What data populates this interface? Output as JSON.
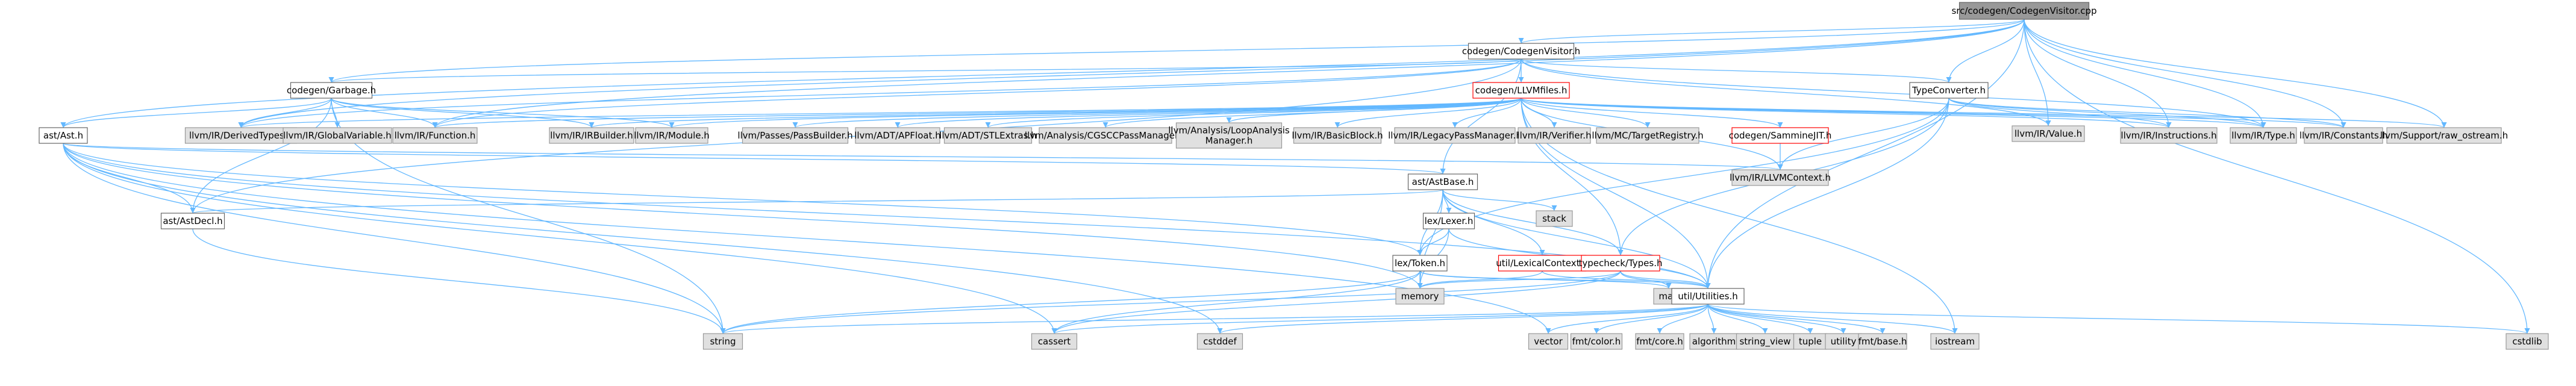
{
  "colors": {
    "edge": "#63b8ff",
    "root_fill": "#999999",
    "root_border": "#666666",
    "node_fill": "#ffffff",
    "node_border": "#666666",
    "external_fill": "#e0e0e0",
    "external_border": "#999999",
    "truncated_border": "#ff0000"
  },
  "nodes": [
    {
      "id": "root",
      "label": "src/codegen/CodegenVisitor.cpp",
      "kind": "root"
    },
    {
      "id": "cvh",
      "label": "codegen/CodegenVisitor.h",
      "kind": "internal"
    },
    {
      "id": "garbage",
      "label": "codegen/Garbage.h",
      "kind": "internal"
    },
    {
      "id": "llvmfiles",
      "label": "codegen/LLVMfiles.h",
      "kind": "truncated"
    },
    {
      "id": "typeconv",
      "label": "TypeConverter.h",
      "kind": "internal"
    },
    {
      "id": "irvalue",
      "label": "llvm/IR/Value.h",
      "kind": "external"
    },
    {
      "id": "asth",
      "label": "ast/Ast.h",
      "kind": "internal"
    },
    {
      "id": "derived",
      "label": "llvm/IR/DerivedTypes.h",
      "kind": "external"
    },
    {
      "id": "globalvar",
      "label": "llvm/IR/GlobalVariable.h",
      "kind": "external"
    },
    {
      "id": "function",
      "label": "llvm/IR/Function.h",
      "kind": "external"
    },
    {
      "id": "irbuilder",
      "label": "llvm/IR/IRBuilder.h",
      "kind": "external"
    },
    {
      "id": "module",
      "label": "llvm/IR/Module.h",
      "kind": "external"
    },
    {
      "id": "passbuilder",
      "label": "llvm/Passes/PassBuilder.h",
      "kind": "external"
    },
    {
      "id": "apfloat",
      "label": "llvm/ADT/APFloat.h",
      "kind": "external"
    },
    {
      "id": "stlextras",
      "label": "llvm/ADT/STLExtras.h",
      "kind": "external"
    },
    {
      "id": "cgscc",
      "label": "llvm/Analysis/CGSCCPassManager.h",
      "kind": "external"
    },
    {
      "id": "loopanalysis",
      "label": "llvm/Analysis/LoopAnalysis\nManager.h",
      "kind": "external"
    },
    {
      "id": "basicblock",
      "label": "llvm/IR/BasicBlock.h",
      "kind": "external"
    },
    {
      "id": "legacypm",
      "label": "llvm/IR/LegacyPassManager.h",
      "kind": "external"
    },
    {
      "id": "verifier",
      "label": "llvm/IR/Verifier.h",
      "kind": "external"
    },
    {
      "id": "targetreg",
      "label": "llvm/MC/TargetRegistry.h",
      "kind": "external"
    },
    {
      "id": "sammine",
      "label": "codegen/SammineJIT.h",
      "kind": "truncated"
    },
    {
      "id": "instructions",
      "label": "llvm/IR/Instructions.h",
      "kind": "external"
    },
    {
      "id": "irtype",
      "label": "llvm/IR/Type.h",
      "kind": "external"
    },
    {
      "id": "constants",
      "label": "llvm/IR/Constants.h",
      "kind": "external"
    },
    {
      "id": "rawostream",
      "label": "llvm/Support/raw_ostream.h",
      "kind": "external"
    },
    {
      "id": "llvmcontext",
      "label": "llvm/IR/LLVMContext.h",
      "kind": "external"
    },
    {
      "id": "astbase",
      "label": "ast/AstBase.h",
      "kind": "internal"
    },
    {
      "id": "stack",
      "label": "stack",
      "kind": "external"
    },
    {
      "id": "astdecl",
      "label": "ast/AstDecl.h",
      "kind": "internal"
    },
    {
      "id": "lexer",
      "label": "lex/Lexer.h",
      "kind": "internal"
    },
    {
      "id": "token",
      "label": "lex/Token.h",
      "kind": "internal"
    },
    {
      "id": "lexctx",
      "label": "util/LexicalContext.h",
      "kind": "truncated"
    },
    {
      "id": "types",
      "label": "typecheck/Types.h",
      "kind": "truncated"
    },
    {
      "id": "memory",
      "label": "memory",
      "kind": "external"
    },
    {
      "id": "map",
      "label": "map",
      "kind": "external"
    },
    {
      "id": "utilities",
      "label": "util/Utilities.h",
      "kind": "internal"
    },
    {
      "id": "string",
      "label": "string",
      "kind": "external"
    },
    {
      "id": "cassert",
      "label": "cassert",
      "kind": "external"
    },
    {
      "id": "cstddef",
      "label": "cstddef",
      "kind": "external"
    },
    {
      "id": "vector",
      "label": "vector",
      "kind": "external"
    },
    {
      "id": "fmtcolor",
      "label": "fmt/color.h",
      "kind": "external"
    },
    {
      "id": "fmtcore",
      "label": "fmt/core.h",
      "kind": "external"
    },
    {
      "id": "algorithm",
      "label": "algorithm",
      "kind": "external"
    },
    {
      "id": "stringview",
      "label": "string_view",
      "kind": "external"
    },
    {
      "id": "tuple",
      "label": "tuple",
      "kind": "external"
    },
    {
      "id": "utility",
      "label": "utility",
      "kind": "external"
    },
    {
      "id": "fmtbase",
      "label": "fmt/base.h",
      "kind": "external"
    },
    {
      "id": "iostream",
      "label": "iostream",
      "kind": "external"
    },
    {
      "id": "cstdlib",
      "label": "cstdlib",
      "kind": "external"
    }
  ],
  "edges": [
    [
      "root",
      "cvh"
    ],
    [
      "root",
      "garbage"
    ],
    [
      "root",
      "asth"
    ],
    [
      "root",
      "irvalue"
    ],
    [
      "root",
      "derived"
    ],
    [
      "root",
      "function"
    ],
    [
      "root",
      "instructions"
    ],
    [
      "root",
      "irtype"
    ],
    [
      "root",
      "constants"
    ],
    [
      "root",
      "rawostream"
    ],
    [
      "root",
      "utilities"
    ],
    [
      "root",
      "cstdlib"
    ],
    [
      "root",
      "typeconv"
    ],
    [
      "cvh",
      "garbage"
    ],
    [
      "cvh",
      "llvmfiles"
    ],
    [
      "cvh",
      "typeconv"
    ],
    [
      "cvh",
      "irvalue"
    ],
    [
      "cvh",
      "function"
    ],
    [
      "cvh",
      "derived"
    ],
    [
      "cvh",
      "astdecl"
    ],
    [
      "cvh",
      "astbase"
    ],
    [
      "cvh",
      "irtype"
    ],
    [
      "garbage",
      "asth"
    ],
    [
      "garbage",
      "derived"
    ],
    [
      "garbage",
      "globalvar"
    ],
    [
      "garbage",
      "function"
    ],
    [
      "garbage",
      "irbuilder"
    ],
    [
      "garbage",
      "module"
    ],
    [
      "garbage",
      "astdecl"
    ],
    [
      "garbage",
      "string"
    ],
    [
      "llvmfiles",
      "derived"
    ],
    [
      "llvmfiles",
      "function"
    ],
    [
      "llvmfiles",
      "irbuilder"
    ],
    [
      "llvmfiles",
      "module"
    ],
    [
      "llvmfiles",
      "passbuilder"
    ],
    [
      "llvmfiles",
      "apfloat"
    ],
    [
      "llvmfiles",
      "stlextras"
    ],
    [
      "llvmfiles",
      "cgscc"
    ],
    [
      "llvmfiles",
      "loopanalysis"
    ],
    [
      "llvmfiles",
      "basicblock"
    ],
    [
      "llvmfiles",
      "legacypm"
    ],
    [
      "llvmfiles",
      "verifier"
    ],
    [
      "llvmfiles",
      "targetreg"
    ],
    [
      "llvmfiles",
      "sammine"
    ],
    [
      "llvmfiles",
      "instructions"
    ],
    [
      "llvmfiles",
      "irtype"
    ],
    [
      "llvmfiles",
      "constants"
    ],
    [
      "llvmfiles",
      "rawostream"
    ],
    [
      "llvmfiles",
      "llvmcontext"
    ],
    [
      "llvmfiles",
      "utilities"
    ],
    [
      "llvmfiles",
      "iostream"
    ],
    [
      "llvmfiles",
      "types"
    ],
    [
      "sammine",
      "llvmcontext"
    ],
    [
      "typeconv",
      "irtype"
    ],
    [
      "typeconv",
      "instructions"
    ],
    [
      "typeconv",
      "constants"
    ],
    [
      "typeconv",
      "llvmcontext"
    ],
    [
      "typeconv",
      "types"
    ],
    [
      "typeconv",
      "utilities"
    ],
    [
      "typeconv",
      "token"
    ],
    [
      "asth",
      "astbase"
    ],
    [
      "asth",
      "astdecl"
    ],
    [
      "asth",
      "token"
    ],
    [
      "asth",
      "memory"
    ],
    [
      "asth",
      "string"
    ],
    [
      "asth",
      "cassert"
    ],
    [
      "asth",
      "cstddef"
    ],
    [
      "asth",
      "vector"
    ],
    [
      "asth",
      "utilities"
    ],
    [
      "asth",
      "llvmcontext"
    ],
    [
      "astbase",
      "astdecl"
    ],
    [
      "astbase",
      "stack"
    ],
    [
      "astbase",
      "lexer"
    ],
    [
      "astbase",
      "token"
    ],
    [
      "astbase",
      "lexctx"
    ],
    [
      "astbase",
      "types"
    ],
    [
      "astbase",
      "utilities"
    ],
    [
      "astbase",
      "memory"
    ],
    [
      "astdecl",
      "string"
    ],
    [
      "lexer",
      "token"
    ],
    [
      "lexer",
      "memory"
    ],
    [
      "lexer",
      "utilities"
    ],
    [
      "token",
      "memory"
    ],
    [
      "token",
      "map"
    ],
    [
      "token",
      "string"
    ],
    [
      "token",
      "utilities"
    ],
    [
      "token",
      "cassert"
    ],
    [
      "lexctx",
      "utilities"
    ],
    [
      "lexctx",
      "memory"
    ],
    [
      "types",
      "map"
    ],
    [
      "types",
      "memory"
    ],
    [
      "types",
      "string"
    ],
    [
      "types",
      "utilities"
    ],
    [
      "types",
      "cassert"
    ],
    [
      "utilities",
      "string"
    ],
    [
      "utilities",
      "cassert"
    ],
    [
      "utilities",
      "cstddef"
    ],
    [
      "utilities",
      "vector"
    ],
    [
      "utilities",
      "fmtcolor"
    ],
    [
      "utilities",
      "fmtcore"
    ],
    [
      "utilities",
      "algorithm"
    ],
    [
      "utilities",
      "stringview"
    ],
    [
      "utilities",
      "tuple"
    ],
    [
      "utilities",
      "utility"
    ],
    [
      "utilities",
      "fmtbase"
    ],
    [
      "utilities",
      "iostream"
    ],
    [
      "utilities",
      "cstdlib"
    ]
  ]
}
